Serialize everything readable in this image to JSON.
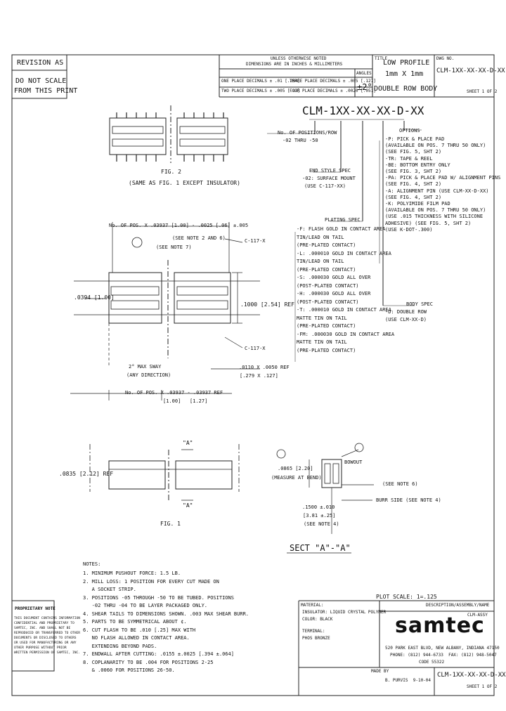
{
  "revision": {
    "label": "REVISION AS",
    "note_line1": "DO NOT SCALE",
    "note_line2": "FROM THIS PRINT"
  },
  "tolerances": {
    "header_line1": "UNLESS OTHERWISE NOTED",
    "header_line2": "DIMENSIONS ARE IN INCHES & MILLIMETERS",
    "one_place": "ONE PLACE DECIMALS ± .01 [.254]",
    "two_place": "TWO PLACE DECIMALS ± .005 [.13]",
    "three_place": "THREE PLACE DECIMALS ± .005 [.127]",
    "four_place": "FOUR PLACE DECIMALS ± .0020 [.051]",
    "angles_label": "ANGLES",
    "angles_value": "±2°"
  },
  "title_block": {
    "title_label": "TITLE",
    "title_line1": "LOW PROFILE",
    "title_line2": "1mm X 1mm",
    "title_line3": "DOUBLE ROW BODY",
    "dwg_label": "DWG NO.",
    "dwg_no": "CLM-1XX-XX-XX-D-XX",
    "sheet": "SHEET 1 OF 2"
  },
  "part_number": {
    "code": "CLM-1XX-XX-XX-D-XX",
    "options_title": "OPTIONS",
    "options": [
      "-P: PICK & PLACE PAD",
      "(AVAILABLE ON POS. 7 THRU 50 ONLY)",
      "(SEE FIG. 5, SHT 2)",
      "-TR: TAPE & REEL",
      "-BE: BOTTOM ENTRY ONLY",
      "(SEE FIG. 3, SHT 2)",
      "-PA: PICK & PLACE PAD W/ ALIGNMENT PINS",
      "(SEE FIG. 4, SHT 2)",
      "-A: ALIGNMENT PIN (USE CLM-XX-D-XX)",
      "(SEE FIG. 4, SHT 2)",
      "-K: POLYIMIDE FILM PAD",
      "(AVAILABLE ON POS. 7 THRU 50 ONLY)",
      "(USE .015 THICKNESS WITH SILICONE",
      "ADHESIVE) (SEE FIG. 5, SHT 2)",
      "(USE K-DOT-.300)"
    ],
    "positions_title": "No. OF POSITIONS/ROW",
    "positions_range": "-02 THRU -50",
    "end_style_title": "END STYLE SPEC",
    "end_style_value": "-02: SURFACE MOUNT",
    "end_style_note": "(USE C-117-XX)",
    "plating_title": "PLATING SPEC",
    "plating": [
      "-F: FLASH GOLD IN CONTACT AREA",
      "TIN/LEAD ON TAIL",
      "(PRE-PLATED CONTACT)",
      "-L: .000010 GOLD IN CONTACT AREA",
      "TIN/LEAD ON TAIL",
      "(PRE-PLATED CONTACT)",
      "-S: .000030 GOLD ALL OVER",
      "(POST-PLATED CONTACT)",
      "-H: .000030 GOLD ALL OVER",
      "(POST-PLATED CONTACT)",
      "-T: .000010 GOLD IN CONTACT AREA",
      "MATTE TIN ON TAIL",
      "(PRE-PLATED CONTACT)",
      "-FM: .000030 GOLD IN CONTACT AREA",
      "MATTE TIN ON TAIL",
      "(PRE-PLATED CONTACT)"
    ],
    "body_spec_title": "BODY SPEC",
    "body_spec_value": "-D: DOUBLE ROW",
    "body_spec_note": "(USE CLM-XX-D)"
  },
  "figures": {
    "fig2_label": "FIG. 2",
    "fig2_caption": "(SAME AS FIG. 1 EXCEPT INSULATOR)",
    "fig1_label": "FIG. 1",
    "section_label": "SECT \"A\"-\"A\"",
    "dim_pitch_top": "No. OF POS. X .03937 [1.00] - .0025 [.06] ±.005",
    "note_ref": "(SEE NOTE 7)",
    "note_ref2": "(SEE NOTE 2 AND 6)",
    "callout_c117_top": "C-117-X",
    "callout_c117_bottom": "C-117-X",
    "dim_left": ".0394 [1.00]",
    "dim_right": ".1000 [2.54] REF",
    "dim_sway": "2° MAX SWAY",
    "dim_sway_note": "(ANY DIRECTION)",
    "dim_ref1": ".0110 X .0050 REF",
    "dim_ref1_mm": "[.279 X .127]",
    "dim_bottom": "No. OF POS. X .03937 - .03937 REF",
    "dim_bottom_mm": "[1.00]",
    "dim_bottom_mm2": "[1.27]",
    "view_a": "\"A\"",
    "dim_side": ".0835 [2.12] REF",
    "sect_dim": ".0865 [2.20]",
    "sect_dim_note": "(MEASURE AT BEND)",
    "sect_bowout": "BOWOUT",
    "sect_note6": "(SEE NOTE 6)",
    "sect_burr": "BURR SIDE (SEE NOTE 4)",
    "sect_terminal_dim": ".1500 ±.010",
    "sect_terminal_mm": "[3.81 ±.25]",
    "sect_terminal_note": "(SEE NOTE 4)"
  },
  "notes": {
    "title": "NOTES:",
    "items": [
      "1. MINIMUM PUSHOUT FORCE: 1.5 LB.",
      "2. MILL LOSS: 1 POSITION FOR EVERY CUT MADE ON",
      "   A SOCKET STRIP.",
      "3. POSITIONS -05 THROUGH -50 TO BE TUBED. POSITIONS",
      "   -02 THRU -04 TO BE LAYER PACKAGED ONLY.",
      "4. SHEAR TAILS TO DIMENSIONS SHOWN. .003 MAX SHEAR BURR.",
      "5. PARTS TO BE SYMMETRICAL ABOUT ¢.",
      "6. CUT FLASH TO BE .010 [.25] MAX WITH",
      "   NO FLASH ALLOWED IN CONTACT AREA.",
      "   EXTENDING BEYOND PADS.",
      "7. ENDWALL AFTER CUTTING: .0155 ±.0025 [.394 ±.064]",
      "8. COPLANARITY TO BE .004 FOR POSITIONS 2-25",
      "   & .0060 FOR POSITIONS 26-50."
    ]
  },
  "proprietary": {
    "title": "PROPRIETARY NOTE",
    "lines": [
      "THIS DOCUMENT CONTAINS INFORMATION",
      "CONFIDENTIAL AND PROPRIETARY TO",
      "SAMTEC, INC. AND SHALL NOT BE",
      "REPRODUCED OR TRANSFERRED TO OTHER",
      "DOCUMENTS OR DISCLOSED TO OTHERS",
      "OR USED FOR MANUFACTURING OR ANY",
      "OTHER PURPOSE WITHOUT PRIOR",
      "WRITTEN PERMISSION OF SAMTEC, INC."
    ]
  },
  "footer": {
    "plot_scale": "PLOT SCALE: 1=.125",
    "material_label": "MATERIAL:",
    "insulator": "INSULATOR: LIQUID CRYSTAL POLYMER",
    "color": "COLOR: BLACK",
    "terminal": "TERMINAL:",
    "terminal_material": "PHOS BRONZE",
    "description_label": "DESCRIPTION/ASSEMBLY/NAME",
    "description_value": "CLM-ASSY",
    "company": "samtec",
    "address1": "520 PARK EAST BLVD, NEW ALBANY, INDIANA 47150",
    "address2": "PHONE: (812) 944-6733  FAX: (812) 948-5047",
    "code": "CODE 55322",
    "made_by_label": "MADE BY",
    "made_by_value": "B. PURVIS  9-10-04",
    "dwg_no": "CLM-1XX-XX-XX-D-XX",
    "sheet": "SHEET 1 OF 2"
  }
}
